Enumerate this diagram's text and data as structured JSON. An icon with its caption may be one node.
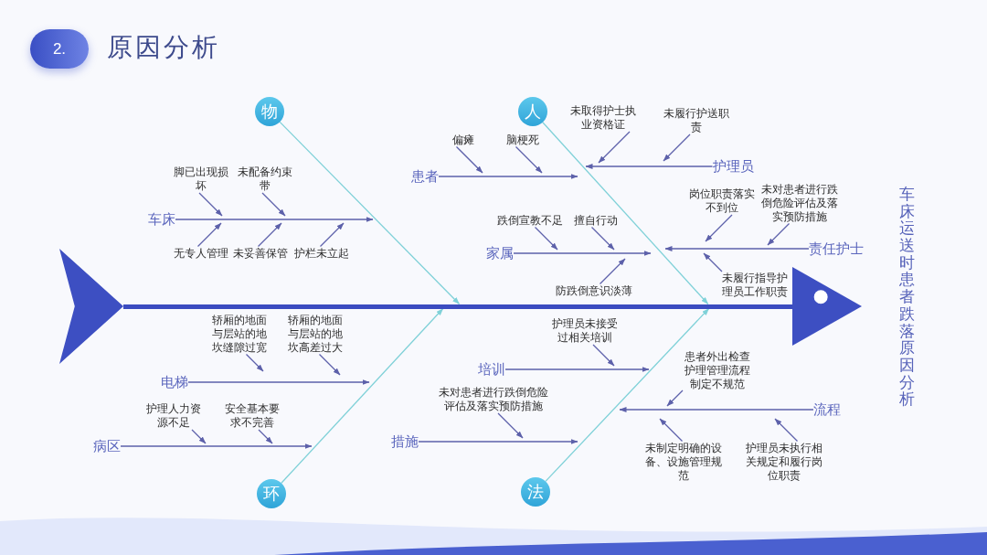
{
  "diagram": {
    "title": "原因分析",
    "nodes": [
      {
        "text": [
          "2."
        ]
      },
      {
        "text": [
          "物"
        ]
      },
      {
        "text": [
          "车床"
        ]
      },
      {
        "text": [
          "脚已出现损坏"
        ]
      },
      {
        "text": [
          "未配备约束带"
        ]
      },
      {
        "text": [
          "无专人管理"
        ]
      },
      {
        "text": [
          "未妥善保管"
        ]
      },
      {
        "text": [
          "护栏未立起"
        ]
      },
      {
        "text": [
          "人"
        ]
      },
      {
        "text": [
          "患者"
        ]
      },
      {
        "text": [
          "偏瘫"
        ]
      },
      {
        "text": [
          "脑梗死"
        ]
      },
      {
        "text": [
          "护理员"
        ]
      },
      {
        "text": [
          "未取得护士执业资格证"
        ]
      },
      {
        "text": [
          "未履行护送职责"
        ]
      },
      {
        "text": [
          "家属"
        ]
      },
      {
        "text": [
          "跌倒宣教不足"
        ]
      },
      {
        "text": [
          "擅自行动"
        ]
      },
      {
        "text": [
          "防跌倒意识淡薄"
        ]
      },
      {
        "text": [
          "责任护士"
        ]
      },
      {
        "text": [
          "岗位职责落实不到位"
        ]
      },
      {
        "text": [
          "未对患者进行跌倒危险评估及落实预防措施"
        ]
      },
      {
        "text": [
          "未履行指导护理员工作职责"
        ]
      },
      {
        "text": [],
        "shape": "chevron"
      },
      {
        "text": [],
        "shape": "bar"
      },
      {
        "text": [],
        "shape": "triangle",
        "beside": [
          "车床运送时患者跌落原因分析"
        ]
      },
      {
        "text": [
          "环"
        ]
      },
      {
        "text": [
          "电梯"
        ]
      },
      {
        "text": [
          "轿厢的地面与层站的地坎缝隙过宽"
        ]
      },
      {
        "text": [
          "轿厢的地面与层站的地坎高差过大"
        ]
      },
      {
        "text": [
          "病区"
        ]
      },
      {
        "text": [
          "护理人力资源不足"
        ]
      },
      {
        "text": [
          "安全基本要求不完善"
        ]
      },
      {
        "text": [
          "法"
        ]
      },
      {
        "text": [
          "培训"
        ]
      },
      {
        "text": [
          "护理员未接受过相关培训"
        ]
      },
      {
        "text": [
          "措施"
        ]
      },
      {
        "text": [
          "未对患者进行跌倒危险评估及落实预防措施"
        ]
      },
      {
        "text": [
          "流程"
        ]
      },
      {
        "text": [
          "患者外出检查护理管理流程制定不规范"
        ]
      },
      {
        "text": [
          "未制定明确的设备、设施管理规范"
        ]
      },
      {
        "text": [
          "护理员未执行相关规定和履行岗位职责"
        ]
      }
    ],
    "edges": [
      {
        "from": 1,
        "to": 24,
        "arrow": "to",
        "color": "#7fd1d8"
      },
      {
        "from": 2,
        "to": null,
        "arrow": "to"
      },
      {
        "from": 3,
        "to": null,
        "arrow": "to"
      },
      {
        "from": 4,
        "to": null,
        "arrow": "to"
      },
      {
        "from": 5,
        "to": null,
        "arrow": "to"
      },
      {
        "from": 6,
        "to": null,
        "arrow": "to"
      },
      {
        "from": 7,
        "to": null,
        "arrow": "to"
      },
      {
        "from": 8,
        "to": 24,
        "arrow": "to",
        "color": "#7fd1d8"
      },
      {
        "from": 9,
        "to": null,
        "arrow": "to"
      },
      {
        "from": 10,
        "to": null,
        "arrow": "to"
      },
      {
        "from": 11,
        "to": null,
        "arrow": "to"
      },
      {
        "from": 12,
        "to": null,
        "arrow": "to"
      },
      {
        "from": 13,
        "to": null,
        "arrow": "to"
      },
      {
        "from": 14,
        "to": null,
        "arrow": "to"
      },
      {
        "from": 15,
        "to": null,
        "arrow": "to"
      },
      {
        "from": 16,
        "to": null,
        "arrow": "to"
      },
      {
        "from": 17,
        "to": null,
        "arrow": "to"
      },
      {
        "from": 18,
        "to": null,
        "arrow": "to"
      },
      {
        "from": 19,
        "to": null,
        "arrow": "to"
      },
      {
        "from": 20,
        "to": null,
        "arrow": "to"
      },
      {
        "from": 21,
        "to": null,
        "arrow": "to"
      },
      {
        "from": 22,
        "to": null,
        "arrow": "to"
      },
      {
        "from": 26,
        "to": 24,
        "arrow": "to",
        "color": "#7fd1d8"
      },
      {
        "from": 27,
        "to": null,
        "arrow": "to"
      },
      {
        "from": 28,
        "to": null,
        "arrow": "to"
      },
      {
        "from": 29,
        "to": null,
        "arrow": "to"
      },
      {
        "from": 30,
        "to": null,
        "arrow": "to"
      },
      {
        "from": 31,
        "to": null,
        "arrow": "to"
      },
      {
        "from": 32,
        "to": null,
        "arrow": "to"
      },
      {
        "from": 33,
        "to": 24,
        "arrow": "to",
        "color": "#7fd1d8"
      },
      {
        "from": 34,
        "to": null,
        "arrow": "to"
      },
      {
        "from": 35,
        "to": null,
        "arrow": "to"
      },
      {
        "from": 36,
        "to": null,
        "arrow": "to"
      },
      {
        "from": 37,
        "to": null,
        "arrow": "to"
      },
      {
        "from": 38,
        "to": null,
        "arrow": "to"
      },
      {
        "from": 39,
        "to": null,
        "arrow": "to"
      },
      {
        "from": 40,
        "to": null,
        "arrow": "to"
      },
      {
        "from": 41,
        "to": null,
        "arrow": "to"
      }
    ]
  }
}
